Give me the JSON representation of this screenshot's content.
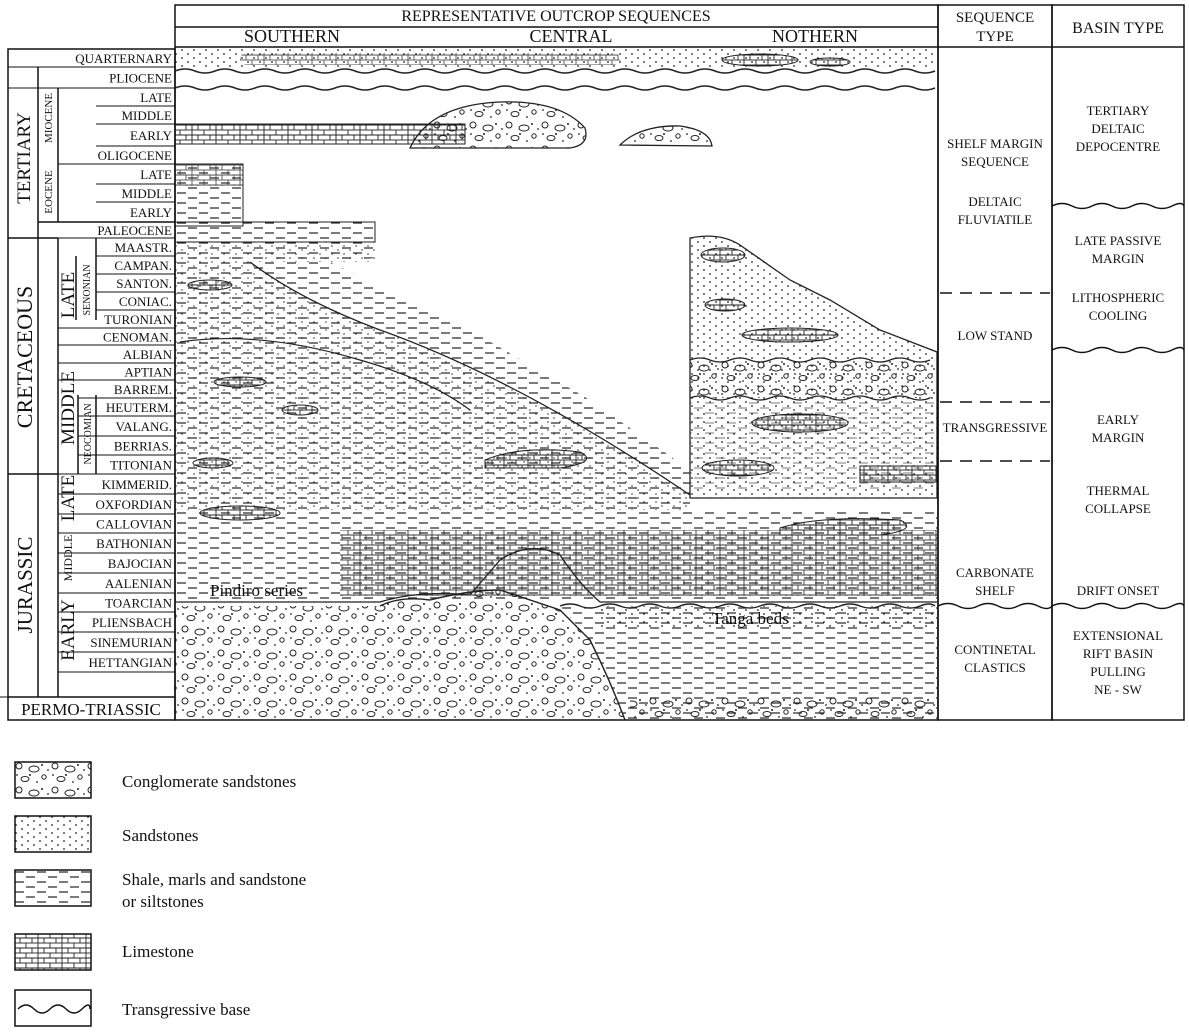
{
  "header": {
    "outcrop_title": "REPRESENTATIVE OUTCROP SEQUENCES",
    "southern": "SOUTHERN",
    "central": "CENTRAL",
    "northern": "NOTHERN",
    "sequence_type_line1": "SEQUENCE",
    "sequence_type_line2": "TYPE",
    "basin_type": "BASIN TYPE"
  },
  "stages": [
    "QUARTERNARY",
    "PLIOCENE",
    "LATE",
    "MIDDLE",
    "EARLY",
    "OLIGOCENE",
    "LATE",
    "MIDDLE",
    "EARLY",
    "PALEOCENE",
    "MAASTR.",
    "CAMPAN.",
    "SANTON.",
    "CONIAC.",
    "TURONIAN",
    "CENOMAN.",
    "ALBIAN",
    "APTIAN",
    "BARREM.",
    "HEUTERM.",
    "VALANG.",
    "BERRIAS.",
    "TITONIAN",
    "KIMMERID.",
    "OXFORDIAN",
    "CALLOVIAN",
    "BATHONIAN",
    "BAJOCIAN",
    "AALENIAN",
    "TOARCIAN",
    "PLIENSBACH",
    "SINEMURIAN",
    "HETTANGIAN"
  ],
  "groups": {
    "tertiary": "TERTIARY",
    "miocene": "MIOCENE",
    "eocene": "EOCENE",
    "cretaceous": "CRETACEOUS",
    "late_cret": "LATE",
    "senonian": "SENONIAN",
    "middle_cret": "MIDDLE",
    "neocomian": "NEOCOMIAN",
    "jurassic": "JURASSIC",
    "late_jur": "LATE",
    "middle_jur": "MIDDLE",
    "early_jur": "EARLY",
    "permo_triassic": "PERMO-TRIASSIC"
  },
  "section_labels": {
    "pindiro": "Pindiro series",
    "tanga": "Tanga beds"
  },
  "sequence_types": {
    "shelf_margin_1": "SHELF MARGIN",
    "shelf_margin_2": "SEQUENCE",
    "deltaic_1": "DELTAIC",
    "deltaic_2": "FLUVIATILE",
    "low_stand": "LOW STAND",
    "transgressive": "TRANSGRESSIVE",
    "carbonate_1": "CARBONATE",
    "carbonate_2": "SHELF",
    "continental_1": "CONTINETAL",
    "continental_2": "CLASTICS"
  },
  "basin_types": {
    "tertiary_1": "TERTIARY",
    "tertiary_2": "DELTAIC",
    "tertiary_3": "DEPOCENTRE",
    "late_passive_1": "LATE PASSIVE",
    "late_passive_2": "MARGIN",
    "litho_1": "LITHOSPHERIC",
    "litho_2": "COOLING",
    "early_1": "EARLY",
    "early_2": "MARGIN",
    "thermal_1": "THERMAL",
    "thermal_2": "COLLAPSE",
    "drift": "DRIFT ONSET",
    "ext_1": "EXTENSIONAL",
    "ext_2": "RIFT BASIN",
    "ext_3": "PULLING",
    "ext_4": "NE - SW"
  },
  "legend": {
    "conglomerate": "Conglomerate sandstones",
    "sandstones": "Sandstones",
    "shale_1": "Shale, marls and sandstone",
    "shale_2": "or siltstones",
    "limestone": "Limestone",
    "transgressive": "Transgressive base"
  }
}
